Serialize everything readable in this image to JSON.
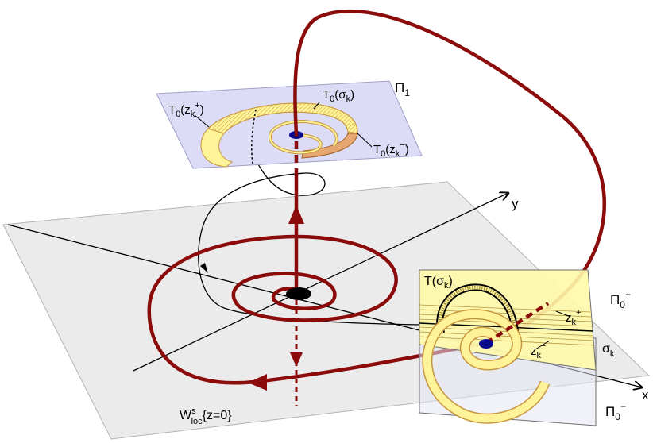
{
  "labels": {
    "plane_top": "Π",
    "plane_top_sub": "1",
    "t0_zk_plus_main": "T",
    "t0_zk_plus_sub": "0",
    "t0_zk_plus_arg": "(z",
    "t0_zk_plus_k": "k",
    "t0_zk_plus_sup": "+",
    "t0_zk_plus_close": ")",
    "t0_sigma_main": "T",
    "t0_sigma_sub": "0",
    "t0_sigma_arg": "(σ",
    "t0_sigma_k": "k",
    "t0_sigma_close": ")",
    "t0_zk_minus_main": "T",
    "t0_zk_minus_sub": "0",
    "t0_zk_minus_arg": "(z",
    "t0_zk_minus_k": "k",
    "t0_zk_minus_sup": "−",
    "t0_zk_minus_close": ")",
    "axis_y": "y",
    "axis_x": "x",
    "t_sigma_main": "T(σ",
    "t_sigma_k": "k",
    "t_sigma_close": ")",
    "plane_right_plus": "Π",
    "plane_right_plus_sub": "0",
    "plane_right_plus_sup": "+",
    "zk_plus": "z",
    "zk_plus_k": "k",
    "zk_plus_sup": "+",
    "zk_minus": "z",
    "zk_minus_k": "k",
    "zk_minus_sup": "−",
    "sigma_k": "σ",
    "sigma_k_sub": "k",
    "plane_right_minus": "Π",
    "plane_right_minus_sub": "0",
    "plane_right_minus_sup": "−",
    "ws_main": "W",
    "ws_sup": "s",
    "ws_sub": "loc",
    "ws_rest": "{z=0}"
  },
  "colors": {
    "trajectory": "#8b0a0a",
    "plane_gray": "#ebebeb",
    "plane_blue": "#dcdcf6",
    "plane_yellow": "#fffaa8",
    "spiral_fill": "#fff39a",
    "spiral_edge": "#c8963c",
    "equilibrium": "#000000",
    "point_blue": "#0a0a8c"
  }
}
